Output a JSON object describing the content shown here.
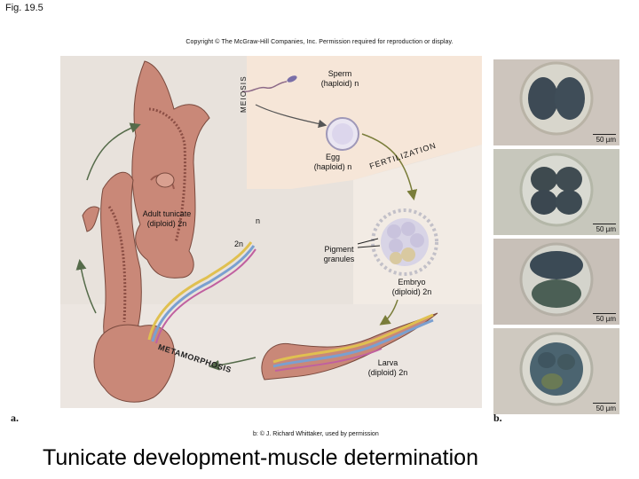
{
  "figure_label": "Fig. 19.5",
  "copyright": "Copyright © The McGraw-Hill Companies, Inc. Permission required for reproduction or display.",
  "panel_a": {
    "meiosis": "MEIOSIS",
    "sperm": [
      "Sperm",
      "(haploid) n"
    ],
    "egg": [
      "Egg",
      "(haploid) n"
    ],
    "fertilization": "FERTILIZATION",
    "adult": [
      "Adult tunicate",
      "(diploid) 2n"
    ],
    "n_label": "n",
    "two_n_label": "2n",
    "pigment": [
      "Pigment",
      "granules"
    ],
    "embryo": [
      "Embryo",
      "(diploid) 2n"
    ],
    "metamorphosis": "METAMORPHOSIS",
    "larva": [
      "Larva",
      "(diploid) 2n"
    ],
    "panel_label": "a."
  },
  "panel_b": {
    "scale_labels": [
      "50 µm",
      "50 µm",
      "50 µm",
      "50 µm"
    ],
    "panel_label": "b."
  },
  "photo_credit": "b: © J. Richard Whittaker, used by permission",
  "slide_title": "Tunicate development-muscle determination"
}
